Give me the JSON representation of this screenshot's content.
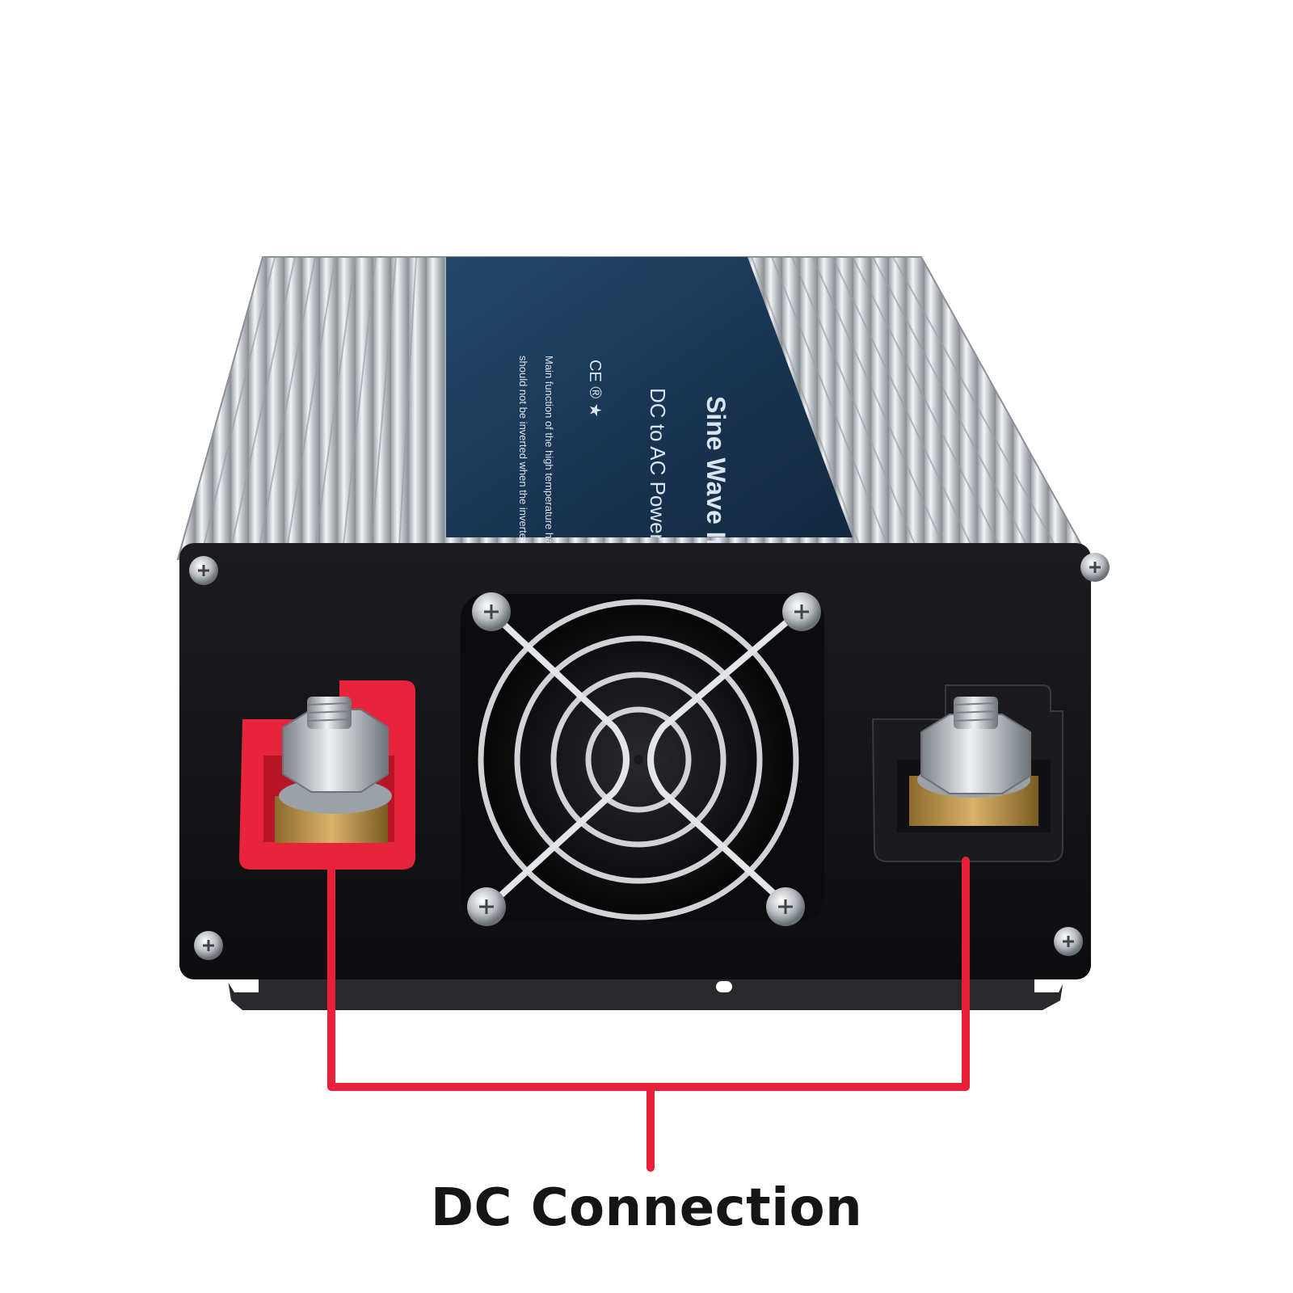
{
  "product": {
    "lid_lines": [
      "Sine Wave Inverter",
      "DC to AC Power",
      "CE ® ★",
      "Main function of the high temperature hanging it",
      "should not be inverted when the inverter is idle"
    ]
  },
  "annotation": {
    "caption": "DC Connection",
    "line_color": "#e8203a"
  },
  "colors": {
    "positive_terminal": "#e8243c",
    "negative_terminal": "#1b1b1d",
    "panel": "#161618",
    "label_plate": "#1d3c5c",
    "aluminium": "#d7dade"
  }
}
